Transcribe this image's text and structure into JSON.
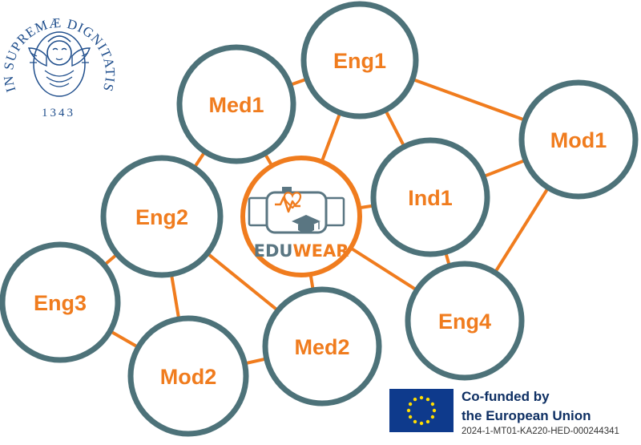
{
  "seal": {
    "motto": "IN SUPREMÆ DIGNITATIS",
    "year": "1343"
  },
  "hub": {
    "brand_part1": "EDU",
    "brand_part2": "WEAR"
  },
  "nodes": [
    {
      "id": "Eng1",
      "label": "Eng1"
    },
    {
      "id": "Med1",
      "label": "Med1"
    },
    {
      "id": "Mod1",
      "label": "Mod1"
    },
    {
      "id": "Eng2",
      "label": "Eng2"
    },
    {
      "id": "Ind1",
      "label": "Ind1"
    },
    {
      "id": "Eng3",
      "label": "Eng3"
    },
    {
      "id": "Eng4",
      "label": "Eng4"
    },
    {
      "id": "Med2",
      "label": "Med2"
    },
    {
      "id": "Mod2",
      "label": "Mod2"
    }
  ],
  "edges": [
    [
      "Med1",
      "Eng1"
    ],
    [
      "Eng1",
      "Mod1"
    ],
    [
      "Eng1",
      "Ind1"
    ],
    [
      "Eng1",
      "hub"
    ],
    [
      "Med1",
      "hub"
    ],
    [
      "Med1",
      "Eng2"
    ],
    [
      "Mod1",
      "Ind1"
    ],
    [
      "Mod1",
      "Eng4"
    ],
    [
      "hub",
      "Ind1"
    ],
    [
      "hub",
      "Eng4"
    ],
    [
      "hub",
      "Med2"
    ],
    [
      "Ind1",
      "Eng4"
    ],
    [
      "Eng2",
      "Eng3"
    ],
    [
      "Eng2",
      "Mod2"
    ],
    [
      "Eng2",
      "Med2"
    ],
    [
      "Eng3",
      "Mod2"
    ],
    [
      "Mod2",
      "Med2"
    ]
  ],
  "eu_badge": {
    "line1": "Co-funded by",
    "line2": "the European Union",
    "project_code": "2024-1-MT01-KA220-HED-000244341"
  },
  "colors": {
    "node_ring": "#4d7279",
    "hub_ring": "#f07c1e",
    "edge": "#f07c1e",
    "label": "#f07c1e",
    "eu_blue": "#0e3a8c",
    "eu_star": "#ffdd00",
    "seal_blue": "#1f4e8c"
  }
}
